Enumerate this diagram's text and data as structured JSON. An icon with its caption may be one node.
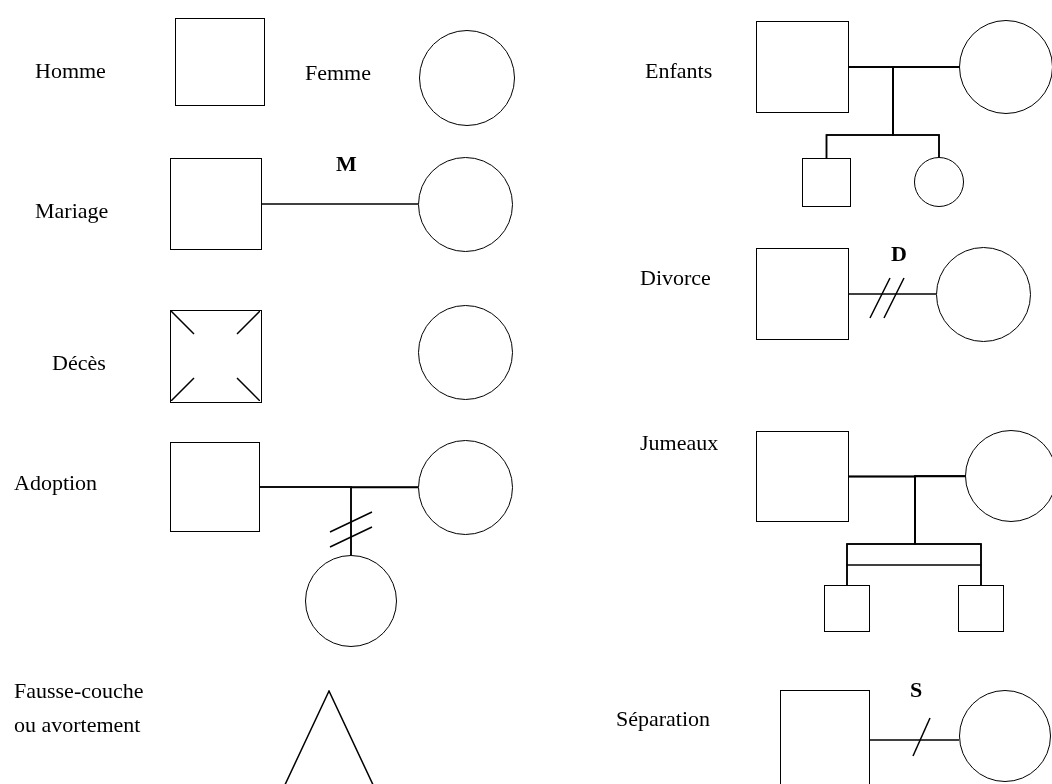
{
  "diagram": {
    "nodes": [
      {
        "text": [],
        "shape": "box"
      },
      {
        "text": [],
        "shape": "circle"
      },
      {
        "text": [],
        "shape": "box"
      },
      {
        "text": [],
        "shape": "circle"
      },
      {
        "text": [],
        "shape": "box"
      },
      {
        "text": [],
        "shape": "circle"
      },
      {
        "text": [],
        "shape": "box"
      },
      {
        "text": [],
        "shape": "circle"
      },
      {
        "text": [],
        "shape": "box"
      },
      {
        "text": [],
        "shape": "circle"
      },
      {
        "text": [],
        "shape": "box"
      },
      {
        "text": [],
        "shape": "circle"
      },
      {
        "text": [],
        "shape": "box"
      },
      {
        "text": [],
        "shape": "circle"
      },
      {
        "text": [],
        "shape": "box"
      },
      {
        "text": [],
        "shape": "circle"
      },
      {
        "text": [],
        "shape": "circle"
      },
      {
        "text": [],
        "shape": "box"
      },
      {
        "text": [],
        "shape": "box"
      },
      {
        "text": [],
        "shape": "triangle"
      },
      {
        "text": [],
        "shape": "box"
      },
      {
        "text": [],
        "shape": "circle"
      }
    ],
    "edges": [
      {
        "from": 2,
        "to": 3,
        "arrow": "none"
      },
      {
        "from": 2,
        "to": 4,
        "arrow": "none"
      },
      {
        "from": 2,
        "to": 5,
        "arrow": "none"
      },
      {
        "from": 3,
        "to": 4,
        "arrow": "none"
      },
      {
        "from": 3,
        "to": 5,
        "arrow": "none"
      },
      {
        "from": 6,
        "to": 7,
        "arrow": "none",
        "label": "M"
      },
      {
        "from": 8,
        "to": 9,
        "arrow": "none",
        "label": "D"
      },
      {
        "from": 12,
        "to": 13,
        "arrow": "none"
      },
      {
        "from": 12,
        "to": 16,
        "arrow": "none"
      },
      {
        "from": 13,
        "to": 16,
        "arrow": "none"
      },
      {
        "from": 14,
        "to": 15,
        "arrow": "none"
      },
      {
        "from": 14,
        "to": 17,
        "arrow": "none"
      },
      {
        "from": 14,
        "to": 18,
        "arrow": "none"
      },
      {
        "from": 15,
        "to": 17,
        "arrow": "none"
      },
      {
        "from": 15,
        "to": 18,
        "arrow": "none"
      },
      {
        "from": 20,
        "to": 21,
        "arrow": "none",
        "label": "S"
      }
    ],
    "labels": [
      "Homme",
      "Femme",
      "Enfants",
      "Mariage",
      "Divorce",
      "Décès",
      "Adoption",
      "Jumeaux",
      "Fausse-couche ou avortement",
      "Séparation"
    ]
  }
}
